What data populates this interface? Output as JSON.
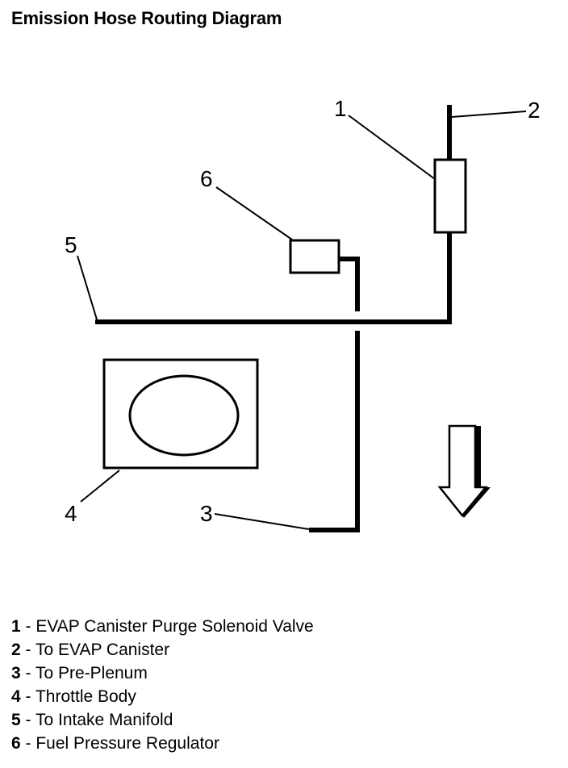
{
  "title": "Emission Hose Routing Diagram",
  "callouts": {
    "c1": "1",
    "c2": "2",
    "c3": "3",
    "c4": "4",
    "c5": "5",
    "c6": "6"
  },
  "legend": [
    {
      "num": "1",
      "text": " - EVAP Canister Purge Solenoid Valve"
    },
    {
      "num": "2",
      "text": " - To EVAP Canister"
    },
    {
      "num": "3",
      "text": " - To Pre-Plenum"
    },
    {
      "num": "4",
      "text": " - Throttle Body"
    },
    {
      "num": "5",
      "text": " - To Intake Manifold"
    },
    {
      "num": "6",
      "text": " - Fuel Pressure Regulator"
    }
  ]
}
